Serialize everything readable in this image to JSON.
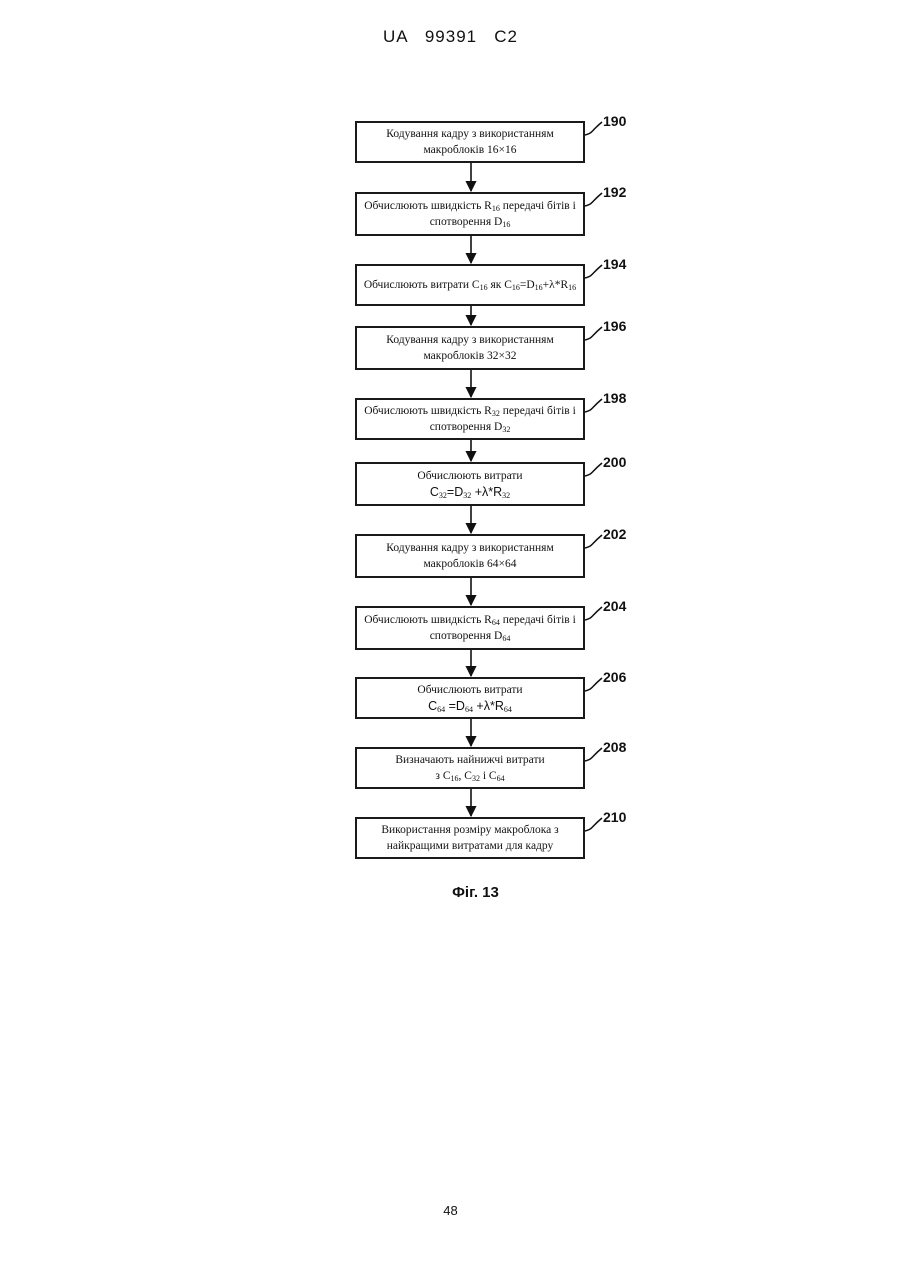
{
  "header": "UA   99391   C2",
  "page_number": "48",
  "caption": "Фіг. 13",
  "steps": [
    {
      "ref": "190",
      "lines": [
        [
          {
            "t": "Кодування кадру з використанням"
          }
        ],
        [
          {
            "t": "макроблоків 16×16"
          }
        ]
      ]
    },
    {
      "ref": "192",
      "lines": [
        [
          {
            "t": "Обчислюють швидкість R"
          },
          {
            "sub": "16"
          },
          {
            "t": " передачі бітів і"
          }
        ],
        [
          {
            "t": "спотворення D"
          },
          {
            "sub": "16"
          }
        ]
      ]
    },
    {
      "ref": "194",
      "lines": [
        [
          {
            "t": "Обчислюють витрати C"
          },
          {
            "sub": "16"
          },
          {
            "t": " як C"
          },
          {
            "sub": "16"
          },
          {
            "t": "=D"
          },
          {
            "sub": "16"
          },
          {
            "t": "+λ*R"
          },
          {
            "sub": "16"
          }
        ]
      ]
    },
    {
      "ref": "196",
      "lines": [
        [
          {
            "t": "Кодування кадру з використанням"
          }
        ],
        [
          {
            "t": "макроблоків 32×32"
          }
        ]
      ]
    },
    {
      "ref": "198",
      "lines": [
        [
          {
            "t": "Обчислюють швидкість R"
          },
          {
            "sub": "32"
          },
          {
            "t": " передачі бітів і"
          }
        ],
        [
          {
            "t": "спотворення D"
          },
          {
            "sub": "32"
          }
        ]
      ]
    },
    {
      "ref": "200",
      "lines": [
        [
          {
            "t": "Обчислюють витрати"
          }
        ],
        [
          {
            "f": "C"
          },
          {
            "sub": "32"
          },
          {
            "f": "=D"
          },
          {
            "sub": "32"
          },
          {
            "f": " +λ*R"
          },
          {
            "sub": "32"
          }
        ]
      ]
    },
    {
      "ref": "202",
      "lines": [
        [
          {
            "t": "Кодування кадру з використанням"
          }
        ],
        [
          {
            "t": "макроблоків 64×64"
          }
        ]
      ]
    },
    {
      "ref": "204",
      "lines": [
        [
          {
            "t": "Обчислюють швидкість R"
          },
          {
            "sub": "64"
          },
          {
            "t": " передачі бітів і"
          }
        ],
        [
          {
            "t": "спотворення D"
          },
          {
            "sub": "64"
          }
        ]
      ]
    },
    {
      "ref": "206",
      "lines": [
        [
          {
            "t": "Обчислюють витрати"
          }
        ],
        [
          {
            "f": "C"
          },
          {
            "sub": "64"
          },
          {
            "f": " =D"
          },
          {
            "sub": "64"
          },
          {
            "f": " +λ*R"
          },
          {
            "sub": "64"
          }
        ]
      ]
    },
    {
      "ref": "208",
      "lines": [
        [
          {
            "t": "Визначають найнижчі витрати"
          }
        ],
        [
          {
            "t": "з C"
          },
          {
            "sub": "16"
          },
          {
            "t": ", C"
          },
          {
            "sub": "32"
          },
          {
            "t": " і C"
          },
          {
            "sub": "64"
          }
        ]
      ]
    },
    {
      "ref": "210",
      "lines": [
        [
          {
            "t": "Використання розміру макроблока з"
          }
        ],
        [
          {
            "t": "найкращими витратами для кадру"
          }
        ]
      ]
    }
  ]
}
